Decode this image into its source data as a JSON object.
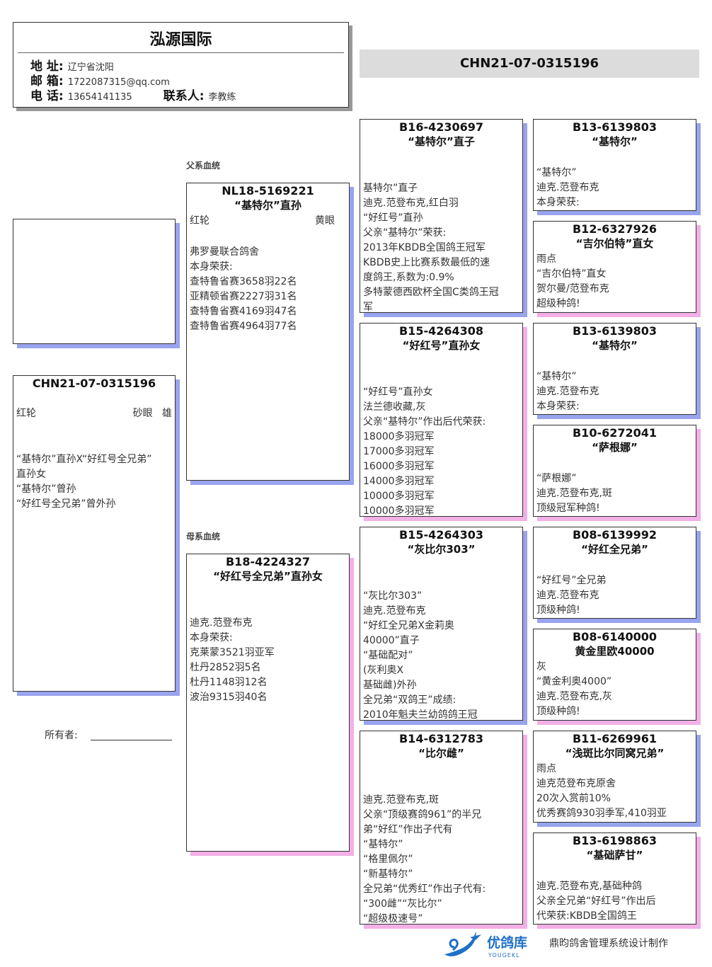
{
  "header": {
    "title": "泓源国际",
    "address_label": "地 址:",
    "address": "辽宁省沈阳",
    "email_label": "邮 箱:",
    "email": "1722087315@qq.com",
    "phone_label": "电 话:",
    "phone": "13654141135",
    "contact_label": "联系人:",
    "contact": "李教练"
  },
  "banner_ring": "CHN21-07-0315196",
  "subject": {
    "ring": "CHN21-07-0315196",
    "color": "红轮",
    "eye": "砂眼",
    "sex": "雄",
    "lines": [
      "“基特尔”直孙X“好红号全兄弟”",
      "直孙女",
      "“基特尔”曾孙",
      "“好红号全兄弟”曾外孙"
    ]
  },
  "owner_label": "所有者:",
  "sire_label": "父系血统",
  "dam_label": "母系血统",
  "sire": {
    "ring": "NL18-5169221",
    "name": "“基特尔”直孙",
    "color": "红轮",
    "eye": "黄眼",
    "lines": [
      "弗罗曼联合鸽舍",
      "本身荣获:",
      "查特鲁省赛3658羽22名",
      "亚精顿省赛2227羽31名",
      "查特鲁省赛4169羽47名",
      "查特鲁省赛4964羽77名"
    ]
  },
  "dam": {
    "ring": "B18-4224327",
    "name": "“好红号全兄弟”直孙女",
    "lines": [
      "迪克.范登布克",
      "本身荣获:",
      "克莱蒙3521羽亚军",
      "杜丹2852羽5名",
      "杜丹1148羽12名",
      "波治9315羽40名"
    ]
  },
  "gen3": [
    {
      "ring": "B16-4230697",
      "name": "“基特尔”直子",
      "lines": [
        "基特尔”直子",
        "迪克.范登布克,红白羽",
        "“好红号”直孙",
        "父亲“基特尔”荣获:",
        "2013年KBDB全国鸽王冠军",
        "KBDB史上比赛系数最低的速",
        "度鸽王,系数为:0.9%",
        "多特蒙德西欧杯全国C类鸽王冠",
        "军"
      ]
    },
    {
      "ring": "B15-4264308",
      "name": "“好红号”直孙女",
      "lines": [
        "“好红号”直孙女",
        "法兰德收藏,灰",
        "父亲“基特尔”作出后代荣获:",
        "18000多羽冠军",
        "17000多羽冠军",
        "16000多羽冠军",
        "14000多羽冠军",
        "10000多羽冠军",
        "10000多羽冠军"
      ]
    },
    {
      "ring": "B15-4264303",
      "name": "“灰比尔303”",
      "lines": [
        "“灰比尔303”",
        "迪克.范登布克",
        "“好红全兄弟X金莉奥",
        "40000”直子",
        "“基础配对”",
        "(灰利奥X",
        "基础雌)外孙",
        "全兄弟“双鸽王”成绩:",
        "2010年魁夫兰幼鸽鸽王冠"
      ]
    },
    {
      "ring": "B14-6312783",
      "name": "“比尔雌”",
      "lines": [
        "迪克.范登布克,斑",
        "父亲“顶级赛鸽961”的半兄",
        "弟“好红”作出子代有",
        "“基特尔”",
        "“格里佩尔”",
        "“新基特尔”",
        "全兄弟“优秀红”作出子代有:",
        "“300雌”“灰比尔”",
        "“超级极速号”"
      ]
    }
  ],
  "gen4": [
    {
      "ring": "B13-6139803",
      "name": "“基特尔”",
      "lines": [
        "“基特尔”",
        "迪克.范登布克",
        "本身荣获:"
      ]
    },
    {
      "ring": "B12-6327926",
      "name": "“吉尔伯特”直女",
      "lines": [
        "雨点",
        "“吉尔伯特”直女",
        "贺尔曼/范登布克",
        "超级种鸽!"
      ]
    },
    {
      "ring": "B13-6139803",
      "name": "“基特尔”",
      "lines": [
        "“基特尔”",
        "迪克.范登布克",
        "本身荣获:"
      ]
    },
    {
      "ring": "B10-6272041",
      "name": "“萨根娜”",
      "lines": [
        "“萨根娜”",
        "迪克.范登布克,斑",
        "顶级冠军种鸽!"
      ]
    },
    {
      "ring": "B08-6139992",
      "name": "“好红全兄弟”",
      "lines": [
        "“好红号”全兄弟",
        "迪克.范登布克",
        "顶级种鸽!"
      ]
    },
    {
      "ring": "B08-6140000",
      "name": "黄金里欧40000",
      "lines": [
        "灰",
        "“黄金利奥4000”",
        "迪克.范登布克,灰",
        "顶级种鸽!"
      ]
    },
    {
      "ring": "B11-6269961",
      "name": "“浅斑比尔同窝兄弟”",
      "lines": [
        "雨点",
        "迪克范登布克原舍",
        "20次入赏前10%",
        "优秀赛鸽930羽季军,410羽亚"
      ]
    },
    {
      "ring": "B13-6198863",
      "name": "“基础萨甘”",
      "lines": [
        "迪克.范登布克,基础种鸽",
        "父亲全兄弟“好红号”作出后",
        "代荣获:KBDB全国鸽王"
      ]
    }
  ],
  "footer": {
    "logo_text": "优鸽库",
    "logo_sub": "YOUGEKL",
    "credit": "鼎昀鸽舍管理系统设计制作"
  },
  "colors": {
    "male_shadow": "#98a4ee",
    "female_shadow": "#f2b0e6"
  }
}
